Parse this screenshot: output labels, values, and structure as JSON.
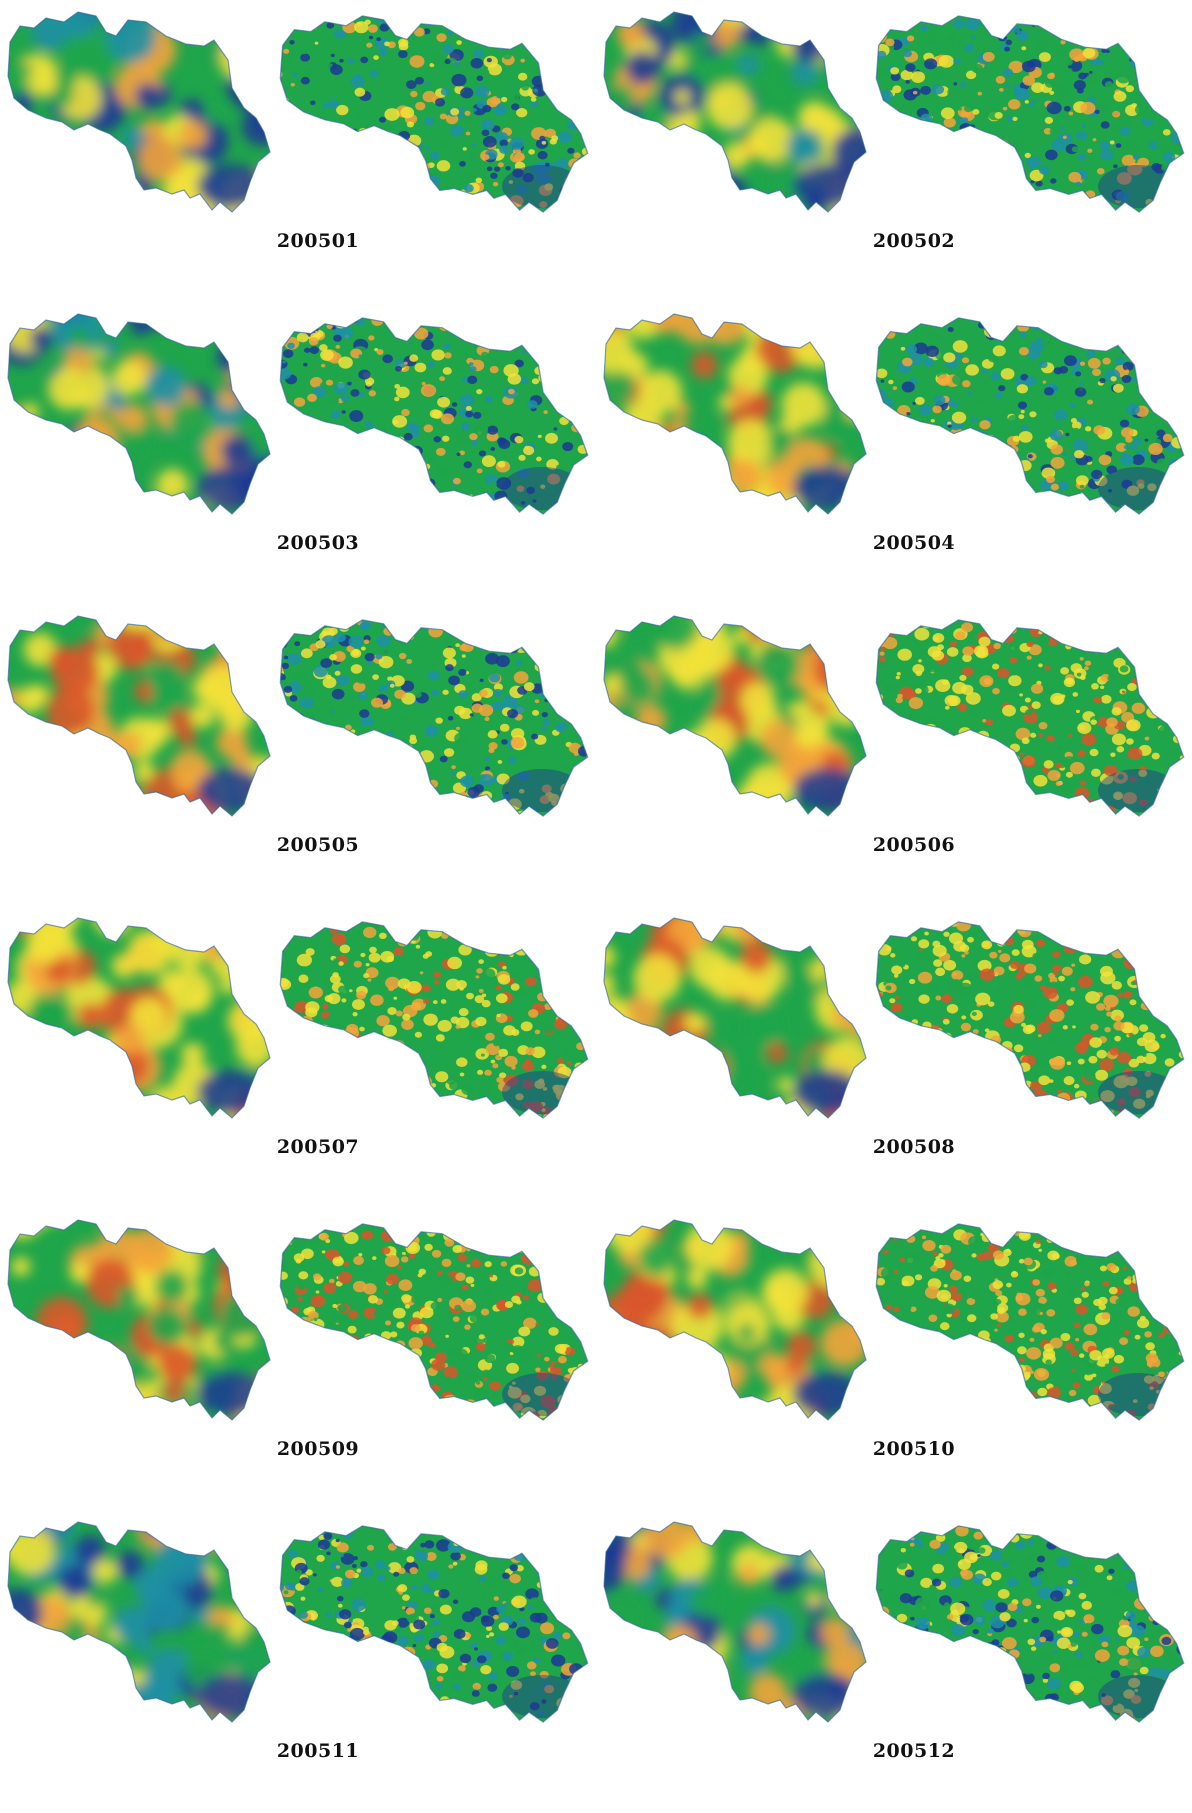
{
  "panels": [
    {
      "label": "200501",
      "coarse": "mixed",
      "fine": "mixed"
    },
    {
      "label": "200502",
      "coarse": "mixed",
      "fine": "mixed"
    },
    {
      "label": "200503",
      "coarse": "mixed",
      "fine": "mixed"
    },
    {
      "label": "200504",
      "coarse": "warm",
      "fine": "mixed"
    },
    {
      "label": "200505",
      "coarse": "warm",
      "fine": "mixed"
    },
    {
      "label": "200506",
      "coarse": "warm",
      "fine": "warm"
    },
    {
      "label": "200507",
      "coarse": "warm",
      "fine": "warm"
    },
    {
      "label": "200508",
      "coarse": "warm",
      "fine": "warm"
    },
    {
      "label": "200509",
      "coarse": "warm",
      "fine": "warm"
    },
    {
      "label": "200510",
      "coarse": "warm",
      "fine": "warm"
    },
    {
      "label": "200511",
      "coarse": "mixed",
      "fine": "mixed"
    },
    {
      "label": "200512",
      "coarse": "mixed",
      "fine": "mixed"
    }
  ],
  "palette": {
    "low": "#1c3a94",
    "low_mid": "#1f8fa6",
    "mid": "#1fa54a",
    "mid_high": "#f2e23a",
    "high": "#f4a43a",
    "peak": "#d9562a"
  }
}
